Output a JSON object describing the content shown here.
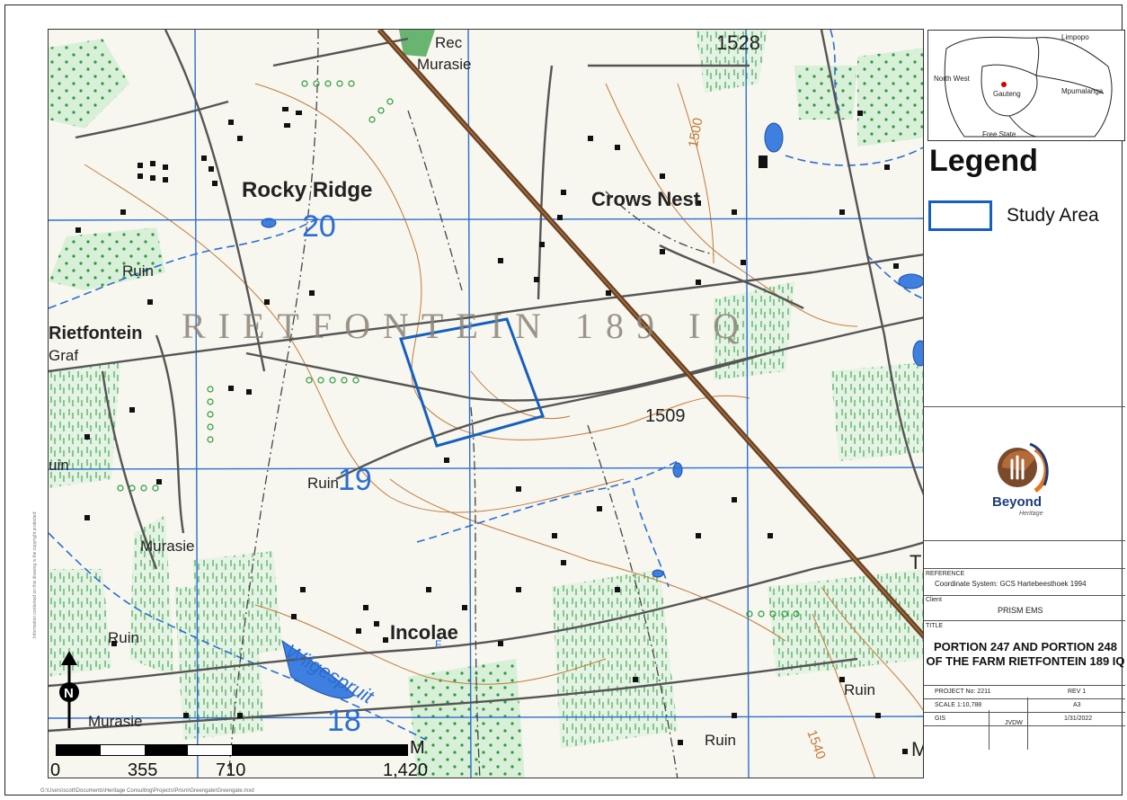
{
  "map": {
    "labels": {
      "rec": "Rec",
      "murasie_top": "Murasie",
      "spot_1528": "1528",
      "rocky_ridge": "Rocky Ridge",
      "crows_nest": "Crows Nest",
      "grid_20": "20",
      "ruin_1": "Ruin",
      "rietfontein": "Rietfontein",
      "graf": "Graf",
      "farm_name": "RIETFONTEIN 189 IQ",
      "spot_1509": "1509",
      "spot_1500": "1500",
      "grid_19": "19",
      "ruin_2": "Ruin",
      "ruin_edge": "uin",
      "murasie_mid": "Murasie",
      "ruin_3": "Ruin",
      "incolae": "Incolae",
      "wilgespruit": "Wilgespruit",
      "grid_18": "18",
      "murasie_bottom": "Murasie",
      "ruin_4": "Ruin",
      "ruin_5": "Ruin",
      "spot_1540": "1540",
      "letter_t": "T",
      "letter_m": "M",
      "letter_f": "F."
    }
  },
  "inset": {
    "labels": {
      "limpopo": "Limpopo",
      "north_west": "North West",
      "gauteng": "Gauteng",
      "mpumalanga": "Mpumalanga",
      "free_state": "Free State"
    }
  },
  "legend": {
    "title": "Legend",
    "study_area": "Study Area",
    "study_area_color": "#1560bd"
  },
  "logo": {
    "name": "Beyond",
    "tagline": "Heritage"
  },
  "reference": {
    "heading": "REFERENCE",
    "coordinate_system": "Coordinate System: GCS Hartebeesthoek 1994"
  },
  "client": {
    "heading": "Client",
    "name": "PRISM EMS"
  },
  "title": {
    "heading": "TITLE",
    "line1": "PORTION 247 AND PORTION 248",
    "line2": "OF THE FARM RIETFONTEIN 189 IQ"
  },
  "details": {
    "project": "PROJECT No: 2211",
    "rev": "REV 1",
    "scale": "SCALE 1:10,788",
    "paper": "A3",
    "gis_label": "GIS",
    "date": "1/31/2022",
    "drafter": "JVDW"
  },
  "scale_bar": {
    "ticks": [
      "0",
      "355",
      "710",
      "1,420"
    ],
    "unit": "M"
  },
  "north_arrow": {
    "letter": "N"
  },
  "file_path": "G:\\Users\\scott\\Documents\\Heritage Consulting\\Projects\\Prism\\Greengate\\Greengate.mxd",
  "side_note": "Information contained on this drawing is the copyright protected"
}
